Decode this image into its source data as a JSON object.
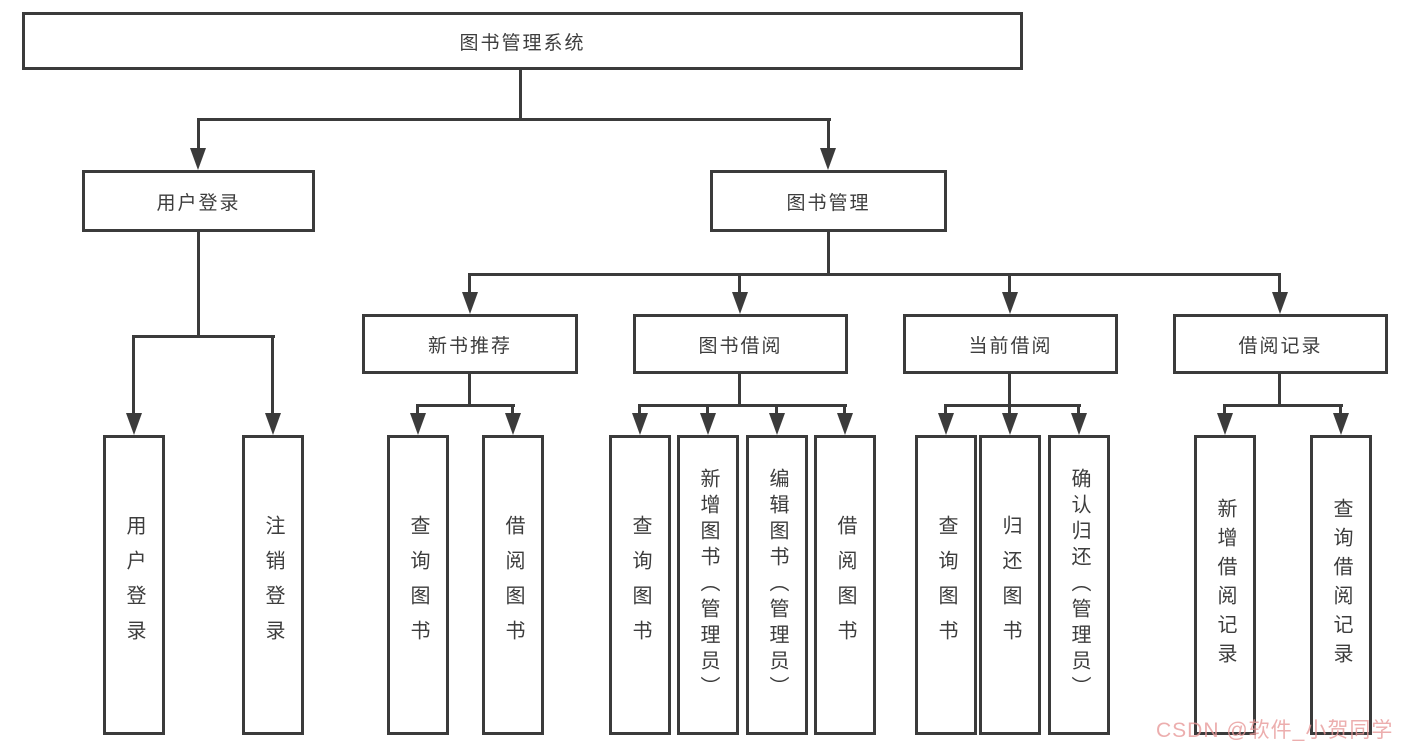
{
  "diagram": {
    "root": {
      "label": "图书管理系统"
    },
    "level2": {
      "user_login": {
        "label": "用户登录"
      },
      "book_management": {
        "label": "图书管理"
      }
    },
    "level3": {
      "new_book_recommend": {
        "label": "新书推荐"
      },
      "book_borrow": {
        "label": "图书借阅"
      },
      "current_borrow": {
        "label": "当前借阅"
      },
      "borrow_records": {
        "label": "借阅记录"
      }
    },
    "leaves": {
      "user_login": {
        "label": "用户登录"
      },
      "logout": {
        "label": "注销登录"
      },
      "nb_query_books": {
        "label": "查询图书"
      },
      "nb_borrow_books": {
        "label": "借阅图书"
      },
      "bb_query_books": {
        "label": "查询图书"
      },
      "bb_add_books": {
        "label": "新增图书（管理员）"
      },
      "bb_edit_books": {
        "label": "编辑图书（管理员）"
      },
      "bb_borrow_books": {
        "label": "借阅图书"
      },
      "cb_query_books": {
        "label": "查询图书"
      },
      "cb_return_books": {
        "label": "归还图书"
      },
      "cb_confirm_return": {
        "label": "确认归还（管理员）"
      },
      "br_add_record": {
        "label": "新增借阅记录"
      },
      "br_query_record": {
        "label": "查询借阅记录"
      }
    }
  },
  "watermark": {
    "text": "CSDN @软件_小贺同学",
    "color": "#e89a9a"
  },
  "colors": {
    "line": "#3b3b3b",
    "text": "#3d3d3d",
    "background": "#ffffff"
  }
}
